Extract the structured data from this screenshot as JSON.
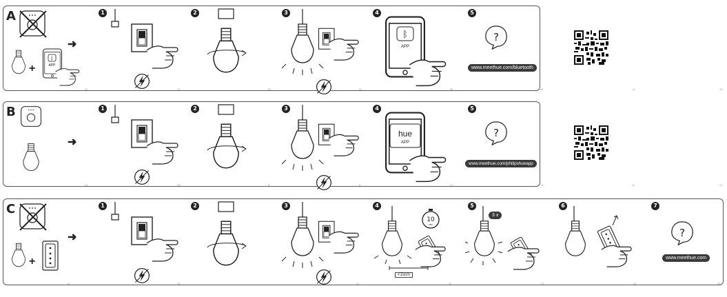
{
  "panels": [
    {
      "letter": "A",
      "url": "www.meethue.com/bluetooth",
      "steps": [
        "1",
        "2",
        "3",
        "4",
        "5"
      ],
      "app_label": "APP",
      "page_numbers": [
        "22",
        "23",
        "52",
        "54",
        "55",
        "88",
        "14",
        "15"
      ]
    },
    {
      "letter": "B",
      "url": "www.meethue.com/philipshueapp",
      "steps": [
        "1",
        "2",
        "3",
        "4",
        "5"
      ],
      "app_logo": "hue",
      "app_label": "APP",
      "page_numbers": [
        "24",
        "25",
        "6",
        "8",
        "17",
        "13",
        "11",
        "12"
      ]
    },
    {
      "letter": "C",
      "url": "www.meethue.com",
      "steps": [
        "1",
        "2",
        "3",
        "4",
        "5",
        "6",
        "7"
      ],
      "timer_number": "10",
      "timer_unit": "sec",
      "distance_label": "<15cm",
      "press_count": "3 x",
      "page_numbers": [
        "16",
        "26",
        "21",
        "32",
        "33",
        "34",
        "35"
      ]
    }
  ],
  "icons": [
    "power-cycle-icon",
    "question-bubble-icon",
    "qr-code-icon",
    "bluetooth-icon",
    "light-switch-icon",
    "bulb-icon",
    "hue-bridge-icon",
    "dimmer-switch-icon",
    "crossed-out-bridge-icon"
  ]
}
